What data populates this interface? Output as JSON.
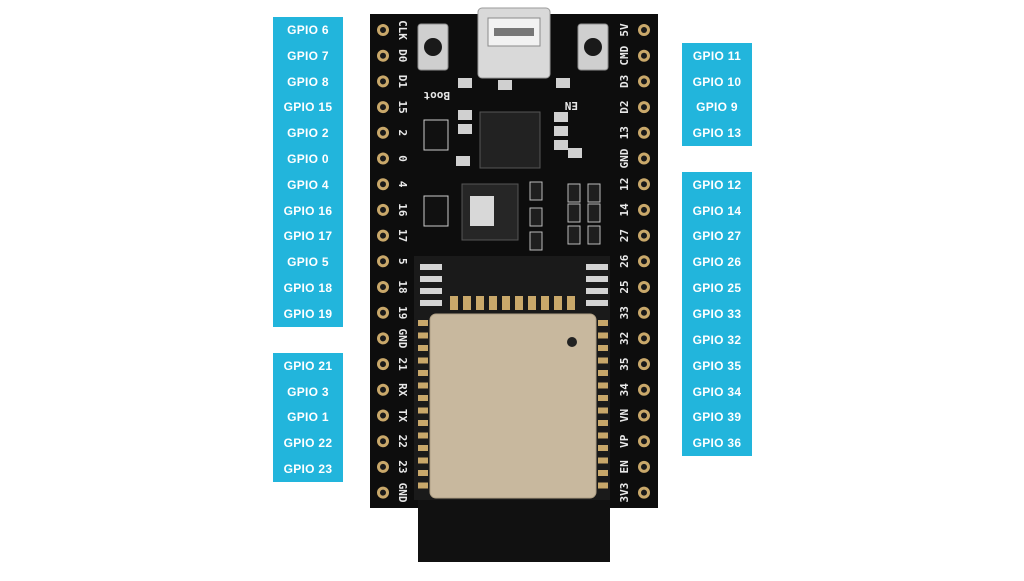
{
  "left_labels": [
    "GPIO 6",
    "GPIO 7",
    "GPIO 8",
    "GPIO 15",
    "GPIO 2",
    "GPIO 0",
    "GPIO 4",
    "GPIO 16",
    "GPIO 17",
    "GPIO 5",
    "GPIO 18",
    "GPIO 19",
    "GPIO 21",
    "GPIO 3",
    "GPIO 1",
    "GPIO 22",
    "GPIO 23"
  ],
  "right_labels": [
    "GPIO 11",
    "GPIO 10",
    "GPIO 9",
    "GPIO 13",
    "GPIO 12",
    "GPIO 14",
    "GPIO 27",
    "GPIO 26",
    "GPIO 25",
    "GPIO 33",
    "GPIO 32",
    "GPIO 35",
    "GPIO 34",
    "GPIO 39",
    "GPIO 36"
  ],
  "left_silk": [
    "CLK",
    "D0",
    "D1",
    "15",
    "2",
    "0",
    "4",
    "16",
    "17",
    "5",
    "18",
    "19",
    "GND",
    "21",
    "RX",
    "TX",
    "22",
    "23",
    "GND"
  ],
  "right_silk": [
    "5V",
    "CMD",
    "D3",
    "D2",
    "13",
    "GND",
    "12",
    "14",
    "27",
    "26",
    "25",
    "33",
    "32",
    "35",
    "34",
    "VN",
    "VP",
    "EN",
    "3V3"
  ],
  "board_text": {
    "boot": "Boot",
    "en": "EN"
  },
  "colors": {
    "label_bg": "#22b5dc",
    "board": "#0d0d0d",
    "module": "#c8b89e",
    "pad": "#c9a86a"
  }
}
